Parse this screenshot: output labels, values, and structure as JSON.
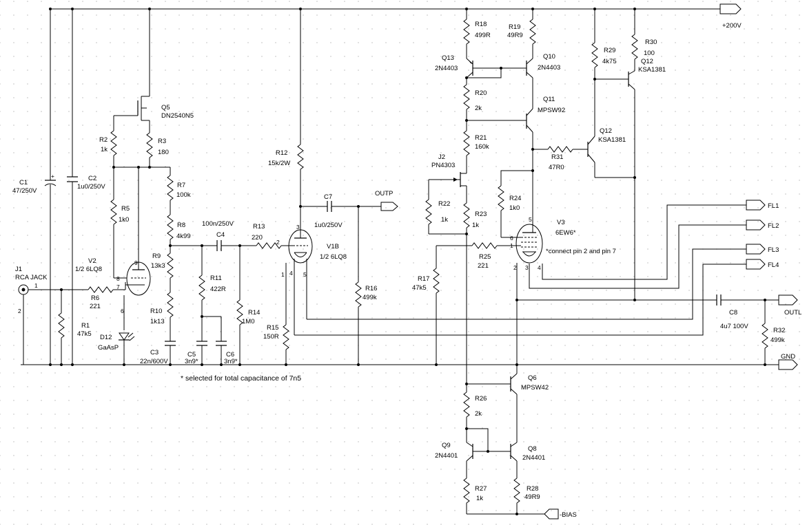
{
  "note": "* selected for total capacitance of 7n5",
  "ports": {
    "p200": "+200V",
    "outp": "OUTP",
    "outl": "OUTL",
    "gnd": "GND",
    "bias": "-BIAS",
    "fl1": "FL1",
    "fl2": "FL2",
    "fl3": "FL3",
    "fl4": "FL4"
  },
  "comp": {
    "j1": {
      "ref": "J1",
      "val": "RCA JACK"
    },
    "c1": {
      "ref": "C1",
      "val": "47/250V"
    },
    "c2": {
      "ref": "C2",
      "val": "1u0/250V"
    },
    "r1": {
      "ref": "R1",
      "val": "47k5"
    },
    "r2": {
      "ref": "R2",
      "val": "1k"
    },
    "r3": {
      "ref": "R3",
      "val": "180"
    },
    "r5": {
      "ref": "R5",
      "val": "1k0"
    },
    "r6": {
      "ref": "R6",
      "val": "221"
    },
    "r7": {
      "ref": "R7",
      "val": "100k"
    },
    "r8": {
      "ref": "R8",
      "val": "4k99"
    },
    "r9": {
      "ref": "R9",
      "val": "13k3"
    },
    "r10": {
      "ref": "R10",
      "val": "1k13"
    },
    "r11": {
      "ref": "R11",
      "val": "422R"
    },
    "r12": {
      "ref": "R12",
      "val": "15k/2W"
    },
    "r13": {
      "ref": "R13",
      "val": "220"
    },
    "r14": {
      "ref": "R14",
      "val": "1M0"
    },
    "r15": {
      "ref": "R15",
      "val": "150R"
    },
    "r16": {
      "ref": "R16",
      "val": "499k"
    },
    "r17": {
      "ref": "R17",
      "val": "47k5"
    },
    "r18": {
      "ref": "R18",
      "val": "499R"
    },
    "r19": {
      "ref": "R19",
      "val": "49R9"
    },
    "r20": {
      "ref": "R20",
      "val": "2k"
    },
    "r21": {
      "ref": "R21",
      "val": "160k"
    },
    "r22": {
      "ref": "R22",
      "val": "1k"
    },
    "r23": {
      "ref": "R23",
      "val": "1k"
    },
    "r24": {
      "ref": "R24",
      "val": "1k0"
    },
    "r25": {
      "ref": "R25",
      "val": "221"
    },
    "r26": {
      "ref": "R26",
      "val": "2k"
    },
    "r27": {
      "ref": "R27",
      "val": "1k"
    },
    "r28": {
      "ref": "R28",
      "val": "49R9"
    },
    "r29": {
      "ref": "R29",
      "val": "4k75"
    },
    "r30": {
      "ref": "R30",
      "val": "100"
    },
    "r31": {
      "ref": "R31",
      "val": "47R0"
    },
    "r32": {
      "ref": "R32",
      "val": "499k"
    },
    "c3": {
      "ref": "C3",
      "val": "22n/600V"
    },
    "c4": {
      "ref": "C4",
      "val": "100n/250V"
    },
    "c5": {
      "ref": "C5",
      "val": "3n9*"
    },
    "c6": {
      "ref": "C6",
      "val": "3n9*"
    },
    "c7": {
      "ref": "C7",
      "val": "1u0/250V"
    },
    "c8": {
      "ref": "C8",
      "val": "4u7 100V"
    },
    "d12": {
      "ref": "D12",
      "val": "GaAsP"
    },
    "q5": {
      "ref": "Q5",
      "val": "DN2540N5"
    },
    "q6": {
      "ref": "Q6",
      "val": "MPSW42"
    },
    "q8": {
      "ref": "Q8",
      "val": "2N4401"
    },
    "q9": {
      "ref": "Q9",
      "val": "2N4401"
    },
    "q10": {
      "ref": "Q10",
      "val": "2N4403"
    },
    "q11": {
      "ref": "Q11",
      "val": "MPSW92"
    },
    "q12a": {
      "ref": "Q12",
      "val": "KSA1381"
    },
    "q12b": {
      "ref": "Q12",
      "val": "KSA1381"
    },
    "q13": {
      "ref": "Q13",
      "val": "2N4403"
    },
    "j2": {
      "ref": "J2",
      "val": "PN4303"
    },
    "v1b": {
      "ref": "V1B",
      "val": "1/2 6LQ8"
    },
    "v2": {
      "ref": "V2",
      "val": "1/2 6LQ8"
    },
    "v3": {
      "ref": "V3",
      "val": "6EW6*"
    }
  },
  "v3_note": "*connect pin 2 and pin 7",
  "pins": {
    "j1_1": "1",
    "j1_2": "2",
    "v2_9": "9",
    "v2_8": "8",
    "v2_7": "7",
    "v2_6": "6",
    "v1_3": "3",
    "v1_2": "2",
    "v1_1": "1",
    "v1_4": "4",
    "v1_5": "5",
    "v3_5": "5",
    "v3_6": "6",
    "v3_1": "1",
    "v3_2": "2",
    "v3_3": "3",
    "v3_4": "4"
  }
}
